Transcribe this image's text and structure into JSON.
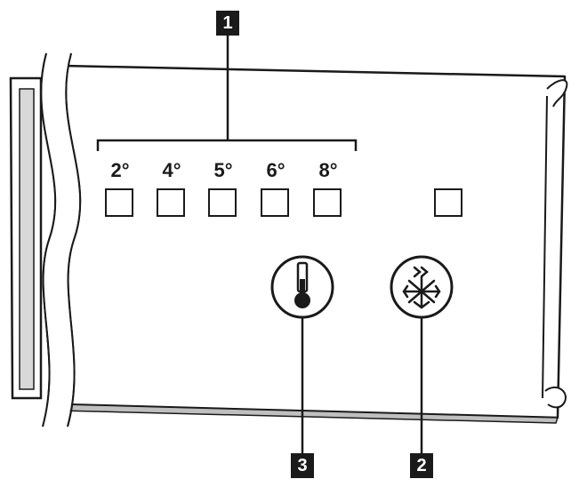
{
  "callouts": {
    "one": "1",
    "two": "2",
    "three": "3"
  },
  "temperatures": [
    "2°",
    "4°",
    "5°",
    "6°",
    "8°"
  ],
  "icons": {
    "temperature_button": "thermometer-icon",
    "superfrost_button": "snowflake-icon"
  },
  "colors": {
    "line": "#1a1a1a",
    "panel_shadow": "#bfbfbf",
    "background": "#ffffff"
  }
}
